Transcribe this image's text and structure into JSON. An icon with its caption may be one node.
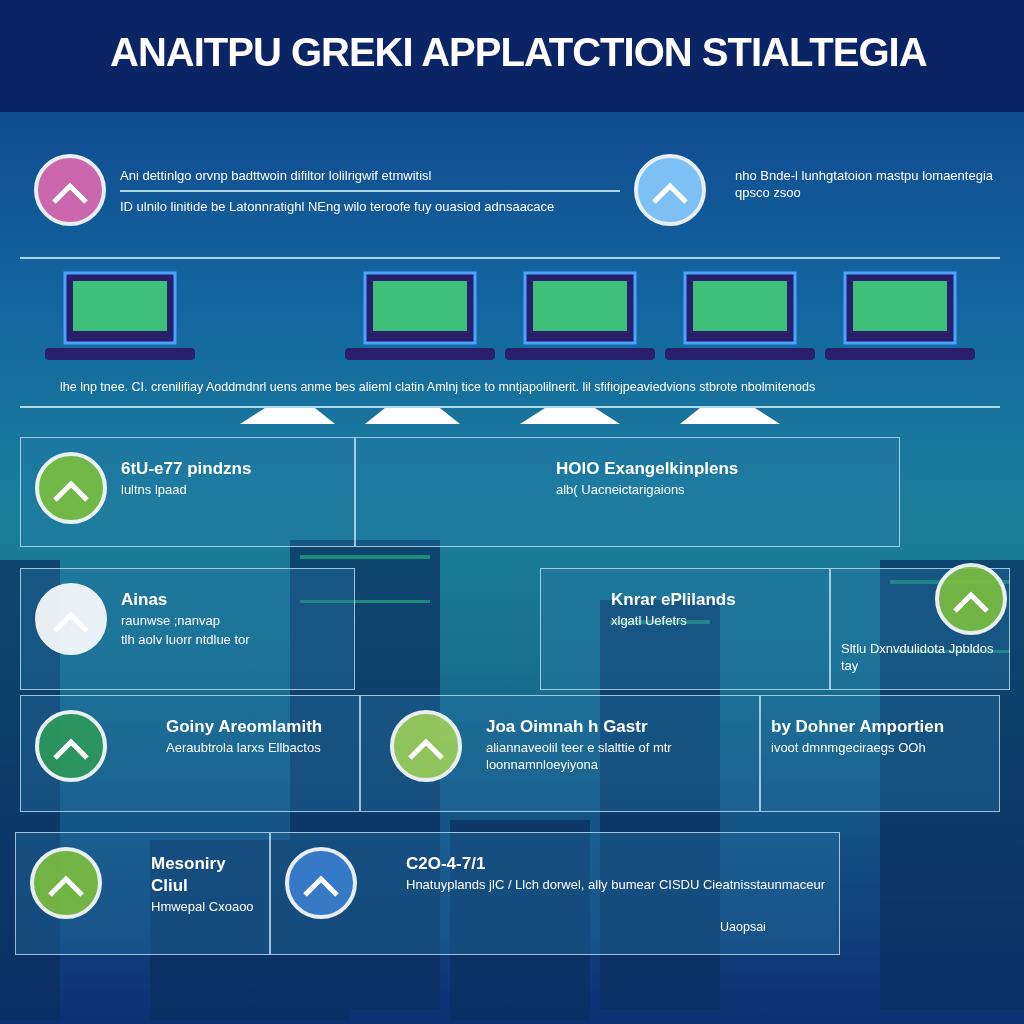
{
  "diagram": {
    "title": "ANAITPU GREKI APPLATCTION STIALTEGIA",
    "nodes": [
      {
        "text": [
          "Ani dettinlgo orvnp badttwoin difiltor lolilrigwif etmwitisl",
          "ID ulnilo linitide be Latonnratighl NEng wilo teroofe fuy ouasiod adnsaacace"
        ]
      },
      {
        "text": [
          "nho Bnde-l lunhgtatoion mastpu lomaentegia qpsco zsoo"
        ]
      },
      {
        "text": [
          "6tU-e77 pindzns",
          "lultns lpaad"
        ]
      },
      {
        "text": [
          "HOlO Exangelkinplens",
          "alb( Uacneictarigaions"
        ]
      },
      {
        "text": [
          "Ainas",
          "raunwse ;nanvap",
          "tlh aolv luorr ntdlue tor"
        ]
      },
      {
        "text": [
          "Knrar ePlilands",
          "xlgatl Uefetrs"
        ]
      },
      {
        "text": [
          "Sltlu Dxnvdulidota Jpbldos tay"
        ]
      },
      {
        "text": [
          "Goiny Areomlamith",
          "Aeraubtrola larxs Ellbactos"
        ]
      },
      {
        "text": [
          "Joa Oimnah h Gastr",
          "aliannaveolil teer e slalttie of mtr loonnamnloeyiyona"
        ]
      },
      {
        "text": [
          "by Dohner Amportien",
          "ivoot dmnmgeciraegs OOh"
        ]
      },
      {
        "text": [
          "Mesoniry Cliul",
          "Hmwepal Cxoaoo"
        ]
      },
      {
        "text": [
          "C2O-4-7/1",
          "Hnatuyplands jlC / Llch dorwel, ally bumear CISDU Cieatnisstaunmaceur"
        ]
      }
    ],
    "labels": [
      "lhe lnp tnee. CI. crenilifiay Aoddmdnrl uens anme bes alieml clatin Amlnj tice to mntjapolilnerit. lil sfifiojpeaviedvions stbrote nbolmitenods",
      "Uaopsai"
    ]
  }
}
